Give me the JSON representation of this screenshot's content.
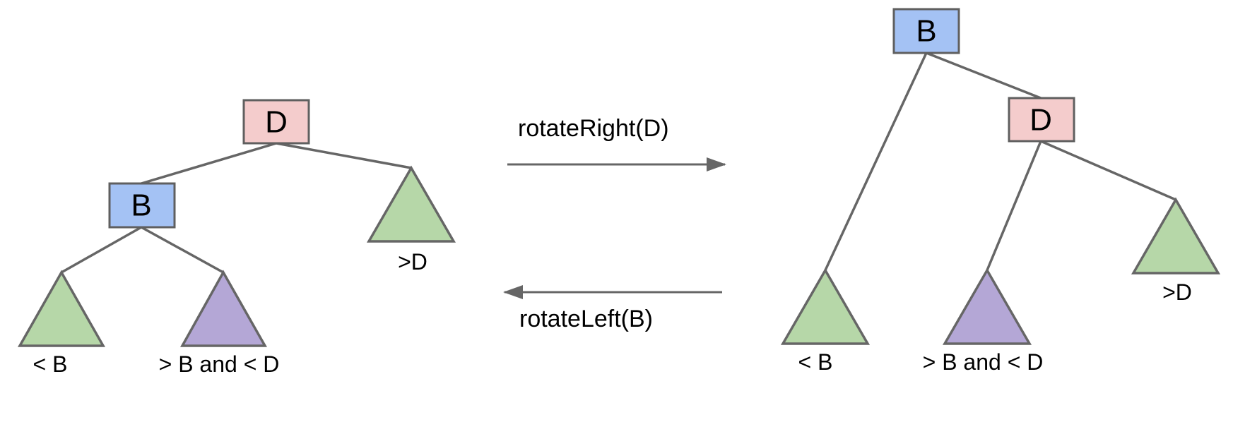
{
  "colors": {
    "node_b": "#a4c2f4",
    "node_d": "#f4cccc",
    "subtree_less_b": "#b6d7a8",
    "subtree_between": "#b4a7d6",
    "subtree_greater_d": "#b6d7a8",
    "line": "#666666"
  },
  "left_tree": {
    "root_label": "D",
    "left_child_label": "B",
    "subtree_less_b_label": "< B",
    "subtree_between_label": "> B and < D",
    "subtree_greater_d_label": ">D"
  },
  "right_tree": {
    "root_label": "B",
    "right_child_label": "D",
    "subtree_less_b_label": "< B",
    "subtree_between_label": "> B and < D",
    "subtree_greater_d_label": ">D"
  },
  "operations": {
    "rotate_right_label": "rotateRight(D)",
    "rotate_left_label": "rotateLeft(B)"
  }
}
